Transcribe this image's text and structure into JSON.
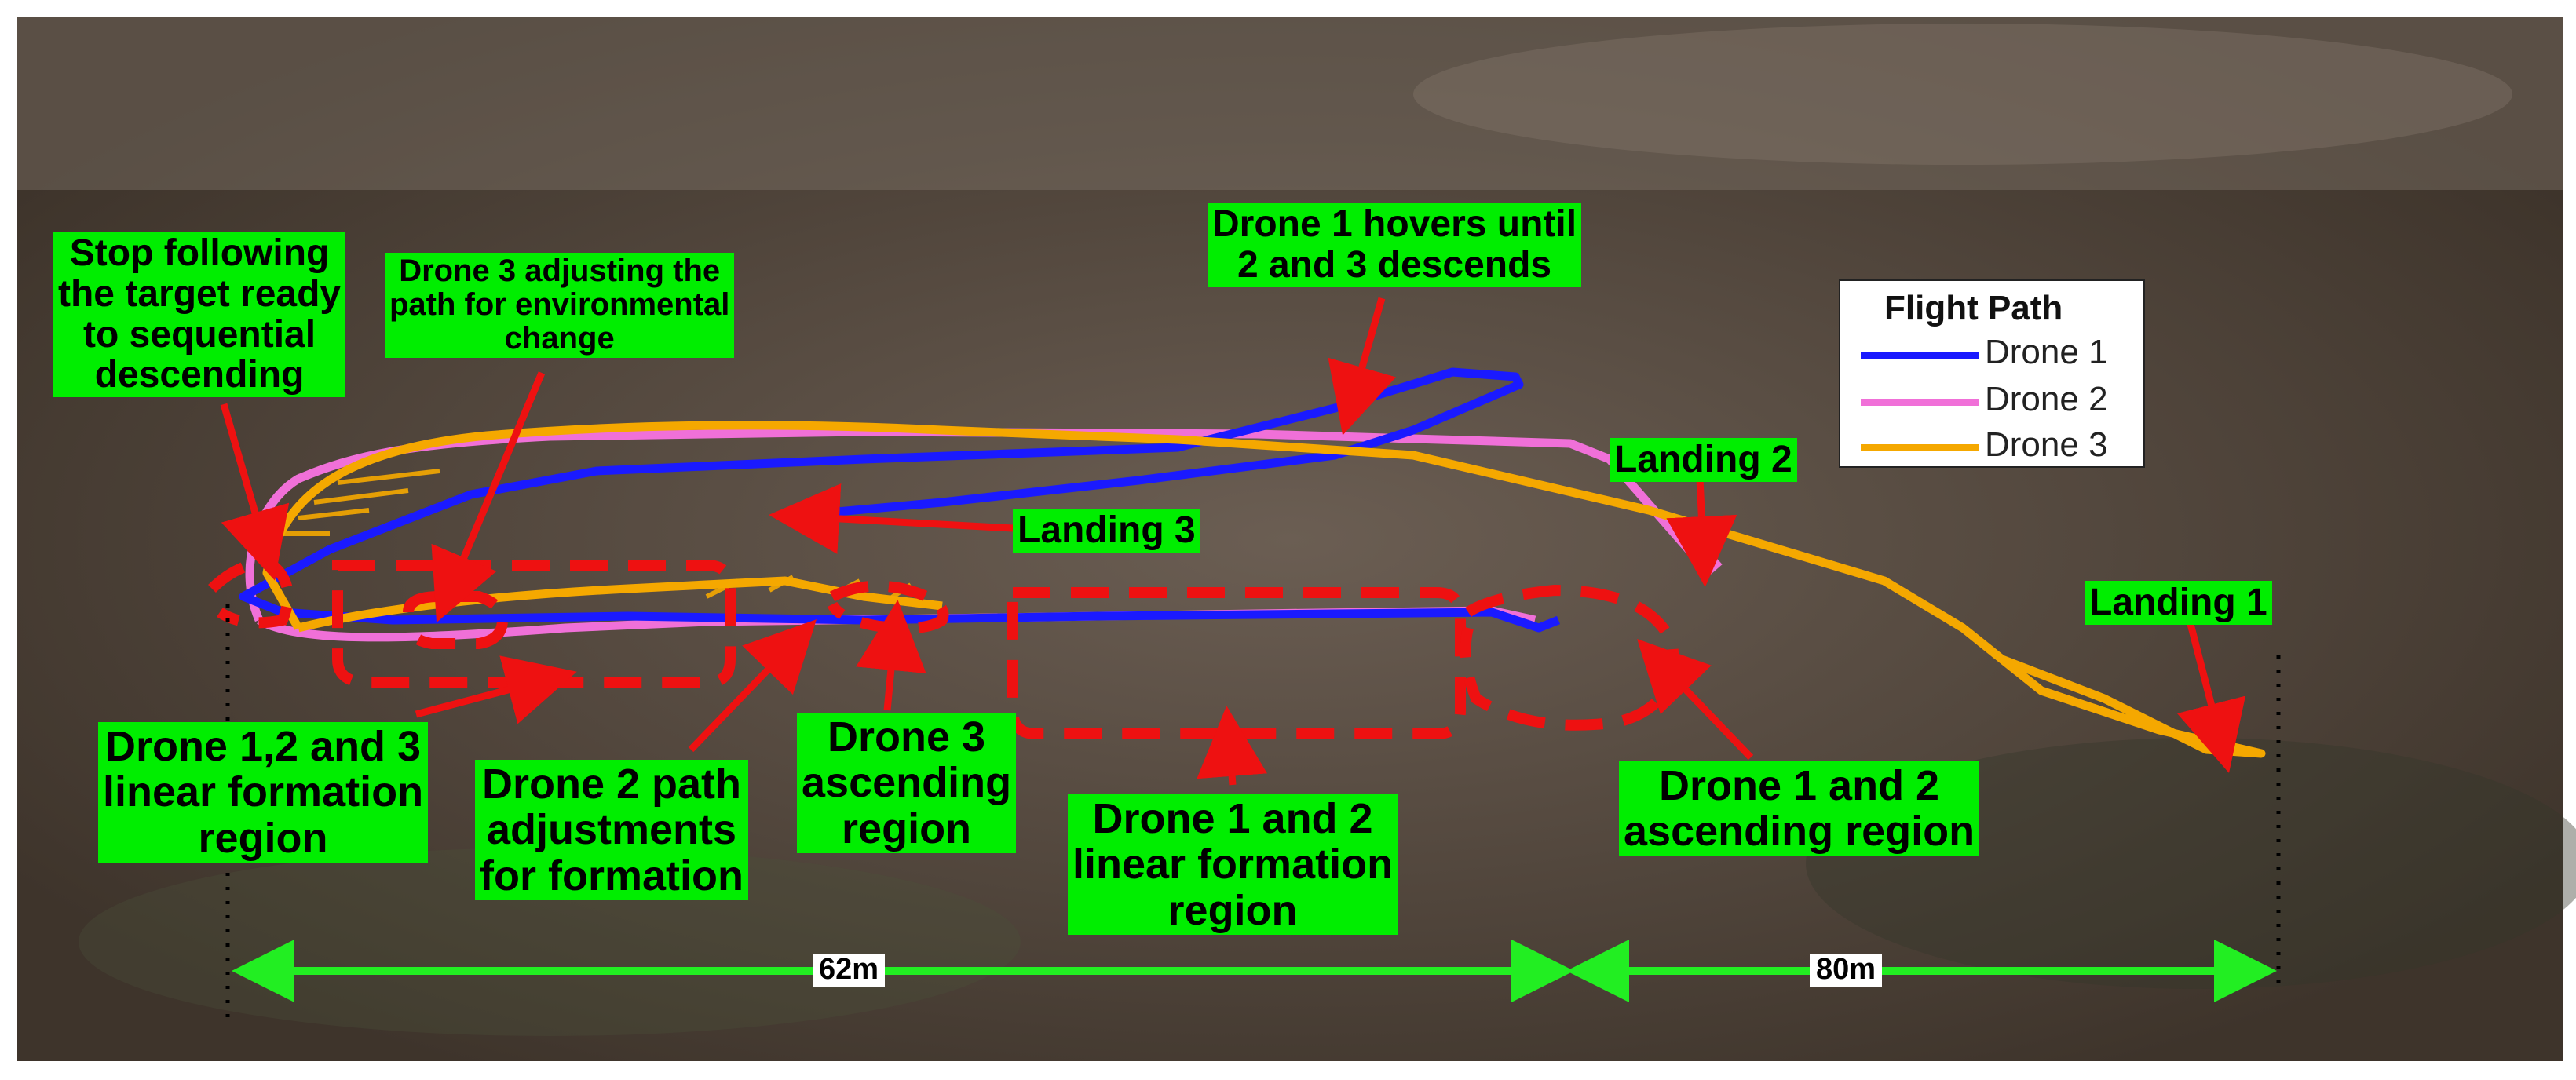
{
  "legend": {
    "title": "Flight Path",
    "items": [
      {
        "name": "Drone 1",
        "color": "#1a1aff"
      },
      {
        "name": "Drone 2",
        "color": "#f070d8"
      },
      {
        "name": "Drone 3",
        "color": "#f5a800"
      }
    ]
  },
  "annotations": {
    "stop_following": "Stop following\nthe target ready\nto sequential\ndescending",
    "drone3_adjust": "Drone 3 adjusting the\npath for environmental\nchange",
    "drone1_hovers": "Drone 1 hovers until\n2 and 3 descends",
    "landing1": "Landing 1",
    "landing2": "Landing 2",
    "landing3": "Landing 3",
    "linear_123": "Drone 1,2 and 3\nlinear formation\nregion",
    "drone2_adjust": "Drone 2 path\nadjustments\nfor formation",
    "drone3_ascending": "Drone 3\nascending\nregion",
    "linear_12": "Drone 1 and 2\nlinear formation\nregion",
    "ascending_12": "Drone 1 and 2\nascending region"
  },
  "distances": {
    "first": "62m",
    "second": "80m"
  },
  "colors": {
    "arrow": "#ee1111",
    "label_bg": "#00ee00",
    "distance_line": "#22ee22"
  }
}
